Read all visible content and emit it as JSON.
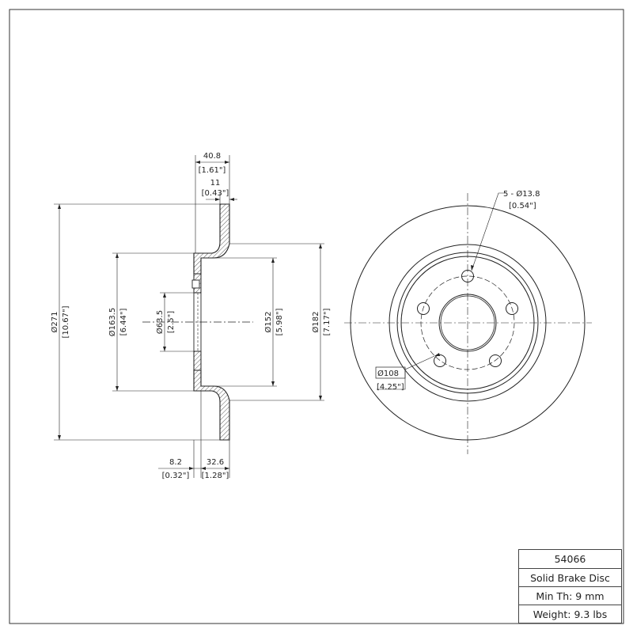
{
  "title_block": {
    "part_number": "54066",
    "description": "Solid Brake Disc",
    "min_thickness": "Min Th: 9 mm",
    "weight": "Weight: 9.3 lbs"
  },
  "side_view": {
    "overall_width": {
      "mm": "40.8",
      "inch": "[1.61\"]"
    },
    "hat_thickness": {
      "mm": "11",
      "inch": "[0.43\"]"
    },
    "outer_diameter": {
      "mm": "Ø271",
      "inch": "[10.67\"]"
    },
    "hat_diameter": {
      "mm": "Ø163.5",
      "inch": "[6.44\"]"
    },
    "center_bore": {
      "mm": "Ø63.5",
      "inch": "[2.5\"]"
    },
    "inner_hat": {
      "mm": "Ø152",
      "inch": "[5.98\"]"
    },
    "friction_inner": {
      "mm": "Ø182",
      "inch": "[7.17\"]"
    },
    "offset_left": {
      "mm": "8.2",
      "inch": "[0.32\"]"
    },
    "offset_right": {
      "mm": "32.6",
      "inch": "[1.28\"]"
    }
  },
  "front_view": {
    "bolt_holes": {
      "mm": "5 - Ø13.8",
      "inch": "[0.54\"]"
    },
    "bolt_circle": {
      "mm": "Ø108",
      "inch": "[4.25\"]"
    }
  }
}
